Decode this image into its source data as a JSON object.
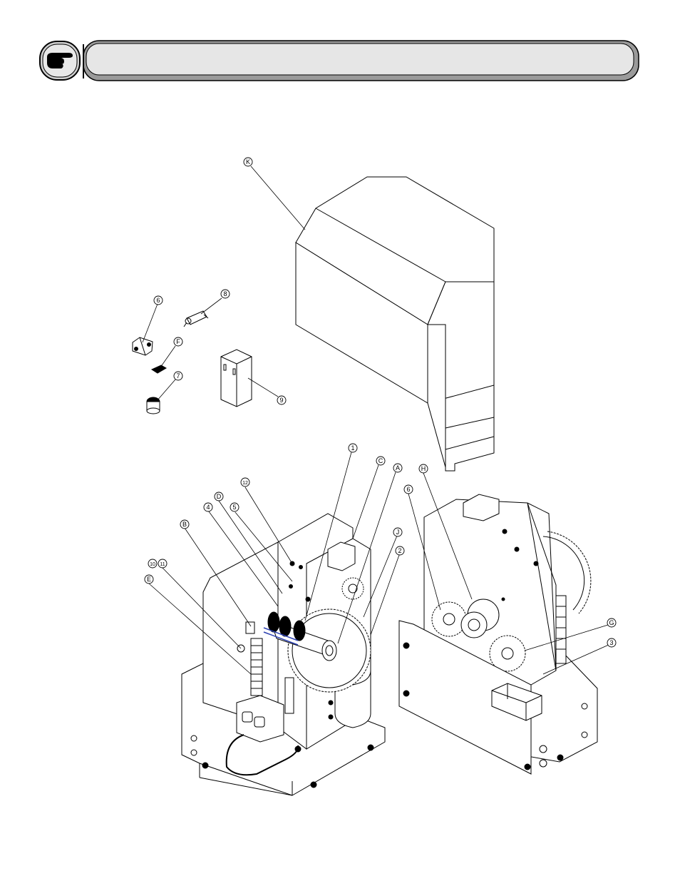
{
  "banner": {
    "icon": "pointing-hand-icon",
    "title": ""
  },
  "callouts": {
    "K": "K",
    "six_a": "6",
    "eight": "8",
    "F": "F",
    "seven": "7",
    "nine": "9",
    "one": "1",
    "C": "C",
    "A": "A",
    "H": "H",
    "six_b": "6",
    "twelve": "12",
    "five": "5",
    "D": "D",
    "four": "4",
    "B": "B",
    "ten": "10",
    "eleven": "11",
    "E": "E",
    "J": "J",
    "two": "2",
    "G": "G",
    "three": "3"
  },
  "colors": {
    "line": "#000000",
    "banner_fill": "#e6e6e6",
    "icon_box": "#d0d0d0",
    "accent_blue": "#2a3fb0"
  }
}
